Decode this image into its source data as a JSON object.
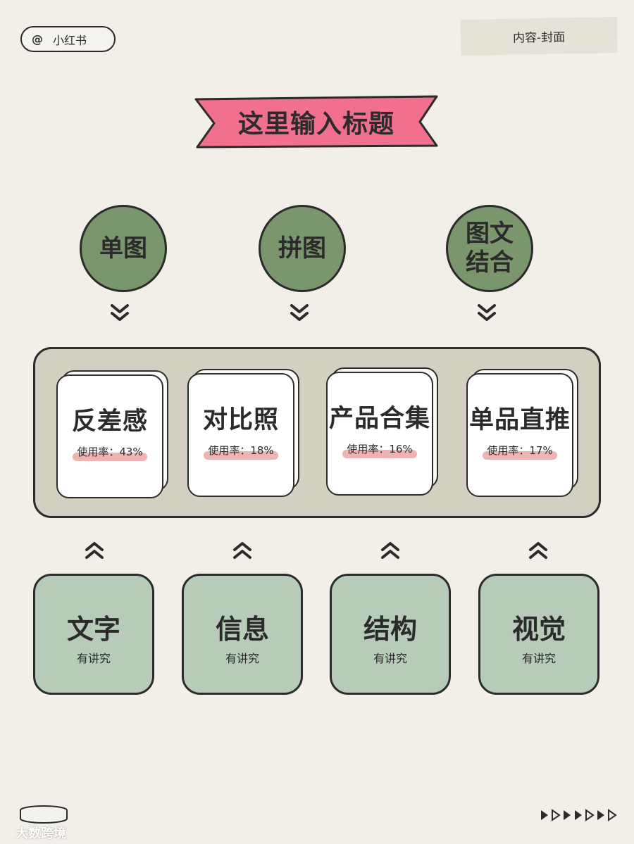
{
  "header": {
    "handle_at": "@",
    "handle_name": "小红书",
    "tag": "内容-封面"
  },
  "banner": {
    "title": "这里输入标题"
  },
  "formats": [
    {
      "label": "单图"
    },
    {
      "label": "拼图"
    },
    {
      "label": "图文\n结合"
    }
  ],
  "cards": [
    {
      "title": "反差感",
      "usage": "使用率：43%"
    },
    {
      "title": "对比照",
      "usage": "使用率：18%"
    },
    {
      "title": "产品合集",
      "usage": "使用率：16%"
    },
    {
      "title": "单品直推",
      "usage": "使用率：17%"
    }
  ],
  "elements": [
    {
      "title": "文字",
      "sub": "有讲究"
    },
    {
      "title": "信息",
      "sub": "有讲究"
    },
    {
      "title": "结构",
      "sub": "有讲究"
    },
    {
      "title": "视觉",
      "sub": "有讲究"
    }
  ],
  "footer": {
    "brand": "大数跨境"
  },
  "colors": {
    "background": "#f1efe8",
    "banner": "#f0708e",
    "circle": "#7a966c",
    "panel": "#d3d0c2",
    "box": "#b6cbb8",
    "highlight": "#eaa7a3"
  }
}
